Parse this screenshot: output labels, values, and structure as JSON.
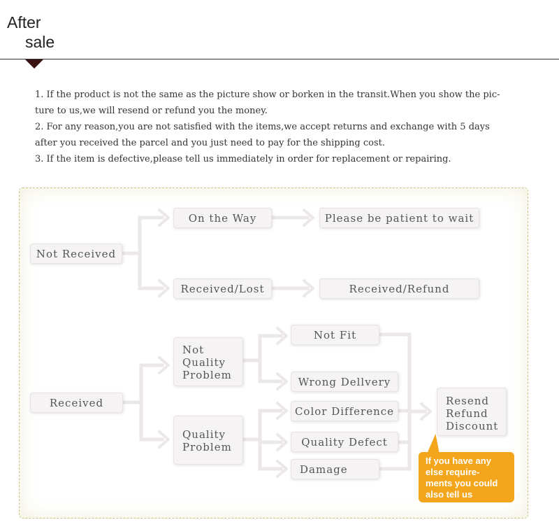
{
  "header": {
    "title_line1": "After",
    "title_line2": "sale"
  },
  "policy": {
    "item1_line1": "1. If the product is not the same as the picture show or borken in the transit.When you show the pic-",
    "item1_line2": "ture to us,we will resend or refund you the money.",
    "item2_line1": "2. For any reason,you are not satisfied with the items,we accept returns and exchange with 5 days",
    "item2_line2": "after you received the parcel and you just need to pay for the shipping cost.",
    "item3": "3. If the item is defective,please tell us immediately in order for replacement or repairing."
  },
  "flow": {
    "not_received": "Not Received",
    "on_the_way": "On the Way",
    "please_wait": "Please be patient to wait",
    "received_lost": "Received/Lost",
    "received_refund": "Received/Refund",
    "received": "Received",
    "not_quality": [
      "Not",
      "Quality",
      "Problem"
    ],
    "quality": [
      "Quality",
      "Problem"
    ],
    "not_fit": "Not Fit",
    "wrong_delivery": "Wrong Dellvery",
    "color_difference": "Color Difference",
    "quality_defect": "Quality Defect",
    "damage": "Damage",
    "outcome": [
      "Resend",
      "Refund",
      "Discount"
    ],
    "callout": [
      "If you have any",
      "else require-",
      "ments you could",
      "also tell us"
    ]
  },
  "colors": {
    "box_fill": "#f6f3f5",
    "connector": "#ece7ea",
    "callout": "#f3a51b",
    "frame_border": "#c9c27a",
    "pointer": "#3a1212"
  }
}
